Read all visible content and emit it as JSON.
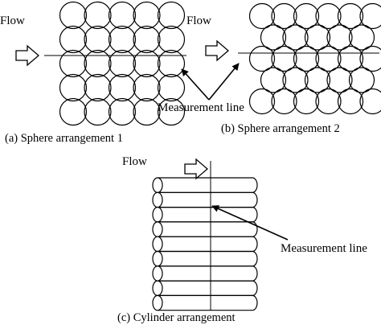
{
  "flow_label": "Flow",
  "measurement_line_label": "Measurement line",
  "captions": {
    "a": "(a)  Sphere arrangement 1",
    "b": "(b) Sphere arrangement 2",
    "c": "(c)  Cylinder arrangement"
  },
  "arrangement_1": {
    "layout": "square",
    "rows": 5,
    "columns": 5
  },
  "arrangement_2": {
    "layout": "staggered",
    "rows": 5,
    "columns": [
      6,
      5,
      6,
      5,
      6
    ]
  },
  "arrangement_3": {
    "layout": "stacked cylinders",
    "count": 9
  },
  "colors": {
    "stroke": "#000000",
    "background": "#ffffff"
  }
}
